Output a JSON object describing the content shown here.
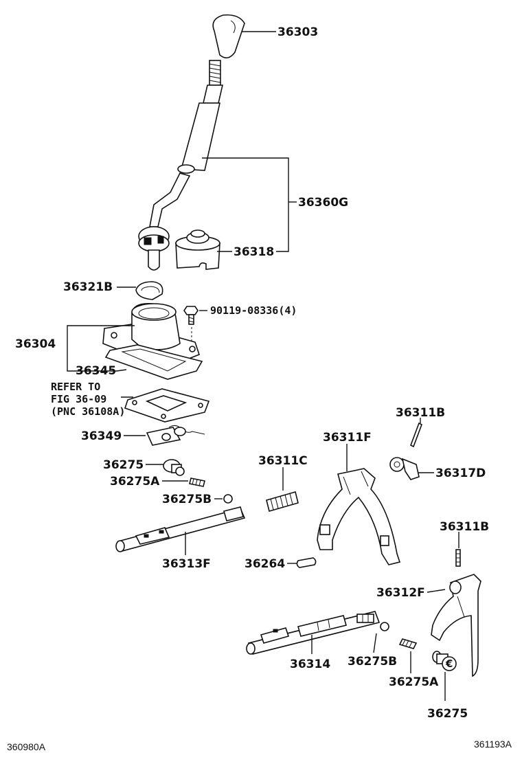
{
  "callouts": {
    "c36303": "36303",
    "c36360G": "36360G",
    "c36318": "36318",
    "c36321B": "36321B",
    "c90119": "90119-08336(4)",
    "c36304": "36304",
    "c36345": "36345",
    "refer_line1": "REFER TO",
    "refer_line2": "FIG 36-09",
    "refer_line3": "(PNC 36108A)",
    "c36349": "36349",
    "c36275_top": "36275",
    "c36275A_top": "36275A",
    "c36275B_top": "36275B",
    "c36313F": "36313F",
    "c36311C": "36311C",
    "c36264": "36264",
    "c36311F": "36311F",
    "c36311B_top": "36311B",
    "c36317D": "36317D",
    "c36311B_right": "36311B",
    "c36312F": "36312F",
    "c36314": "36314",
    "c36275B_bottom": "36275B",
    "c36275A_bottom": "36275A",
    "c36275_bottom": "36275"
  },
  "footer": {
    "left_code": "360980A",
    "right_code": "361193A"
  }
}
